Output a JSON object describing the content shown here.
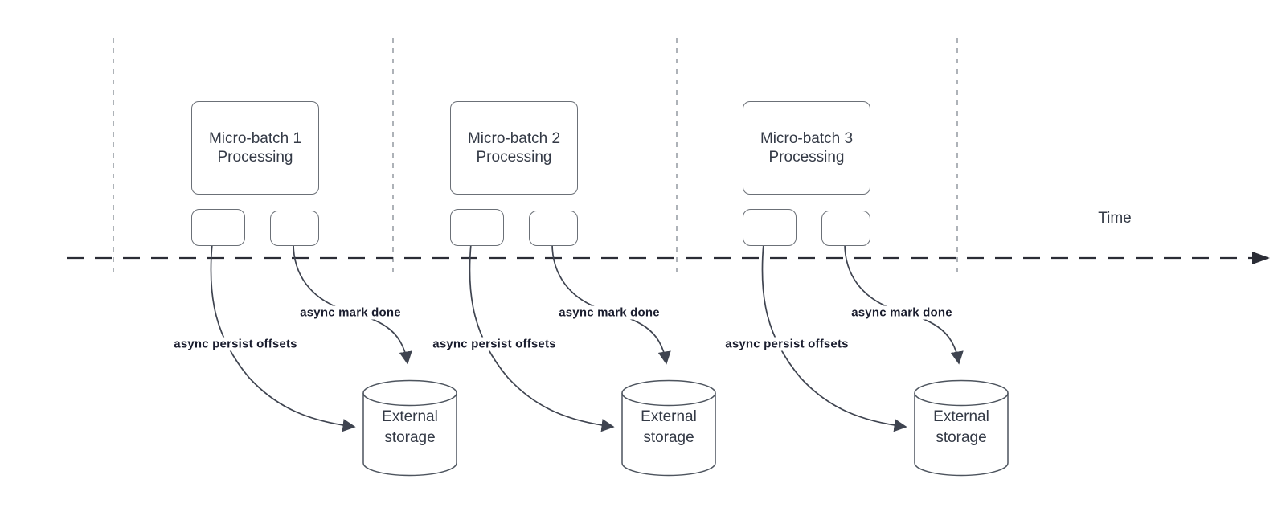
{
  "diagram": {
    "time_label": "Time",
    "sections": [
      {
        "title_line1": "Micro-batch 1",
        "title_line2": "Processing",
        "persist_label": "async persist offsets",
        "mark_done_label": "async mark done",
        "storage_line1": "External",
        "storage_line2": "storage"
      },
      {
        "title_line1": "Micro-batch 2",
        "title_line2": "Processing",
        "persist_label": "async persist offsets",
        "mark_done_label": "async mark done",
        "storage_line1": "External",
        "storage_line2": "storage"
      },
      {
        "title_line1": "Micro-batch 3",
        "title_line2": "Processing",
        "persist_label": "async persist offsets",
        "mark_done_label": "async mark done",
        "storage_line1": "External",
        "storage_line2": "storage"
      }
    ],
    "colors": {
      "background": "#ffffff",
      "box_border": "#6b7077",
      "box_text": "#343a46",
      "bold_label_text": "#1a1d2e",
      "timeline_line": "#2b2d36",
      "gridline": "#9aa0a6",
      "arrow": "#3f4450"
    }
  }
}
